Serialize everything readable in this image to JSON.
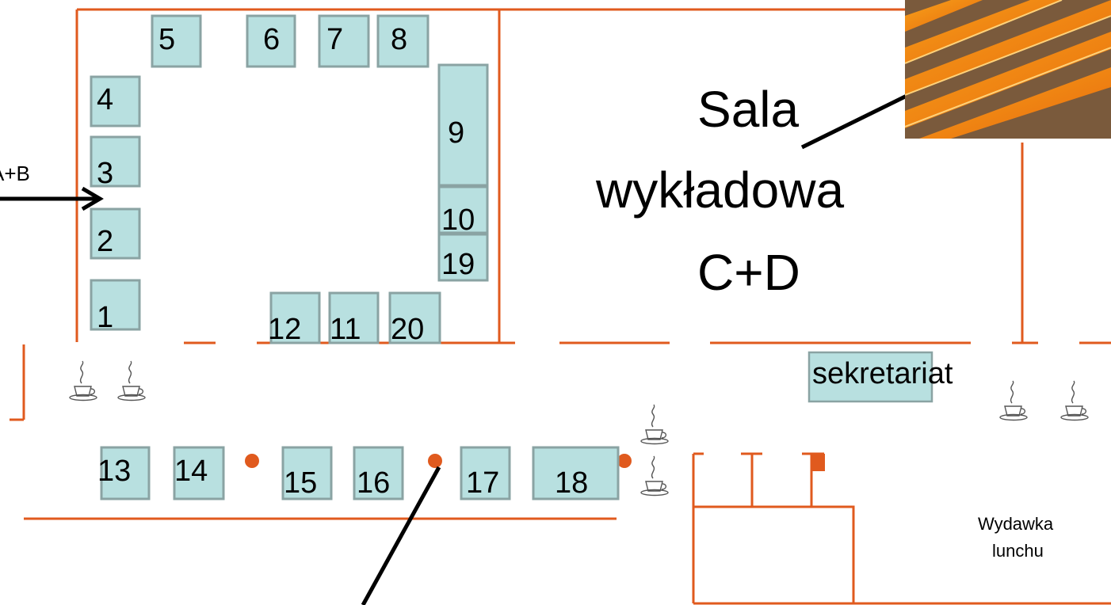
{
  "booths": [
    {
      "id": "5",
      "label": "5"
    },
    {
      "id": "6",
      "label": "6"
    },
    {
      "id": "7",
      "label": "7"
    },
    {
      "id": "8",
      "label": "8"
    },
    {
      "id": "4",
      "label": "4"
    },
    {
      "id": "3",
      "label": "3"
    },
    {
      "id": "2",
      "label": "2"
    },
    {
      "id": "1",
      "label": "1"
    },
    {
      "id": "9",
      "label": "9"
    },
    {
      "id": "10",
      "label": "10"
    },
    {
      "id": "19",
      "label": "19"
    },
    {
      "id": "12",
      "label": "12"
    },
    {
      "id": "11",
      "label": "11"
    },
    {
      "id": "20",
      "label": "20"
    },
    {
      "id": "13",
      "label": "13"
    },
    {
      "id": "14",
      "label": "14"
    },
    {
      "id": "15",
      "label": "15"
    },
    {
      "id": "16",
      "label": "16"
    },
    {
      "id": "17",
      "label": "17"
    },
    {
      "id": "18",
      "label": "18"
    }
  ],
  "labels": {
    "hall_left": "A+B",
    "hall_cd_line1": "Sala",
    "hall_cd_line2": "wykładowa",
    "hall_cd_line3": "C+D",
    "secretariat": "sekretariat",
    "lunch_line1": "Wydawka",
    "lunch_line2": "lunchu"
  },
  "icons": {
    "coffee": "coffee-cup-icon",
    "photo": "orange-chairs-photo"
  },
  "colors": {
    "wall": "#e05a1e",
    "booth_fill": "#b8e0e0",
    "booth_border": "#8aa3a3"
  }
}
